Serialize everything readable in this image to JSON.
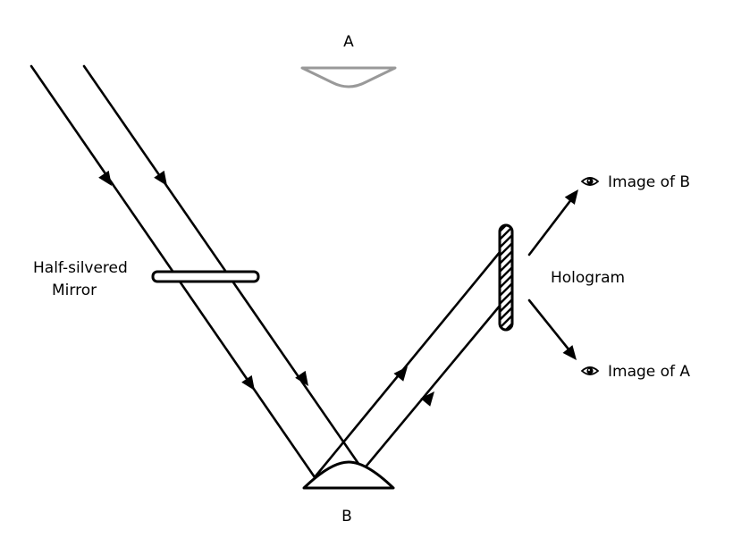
{
  "labels": {
    "object_a": "A",
    "object_b": "B",
    "mirror_line1": "Half-silvered",
    "mirror_line2": "Mirror",
    "hologram": "Hologram",
    "image_b": "Image of B",
    "image_a": "Image of A"
  },
  "icons": {
    "viewer": "eye-icon"
  },
  "colors": {
    "line": "#000000",
    "object_a": "#999999",
    "hatch": "#000000"
  }
}
